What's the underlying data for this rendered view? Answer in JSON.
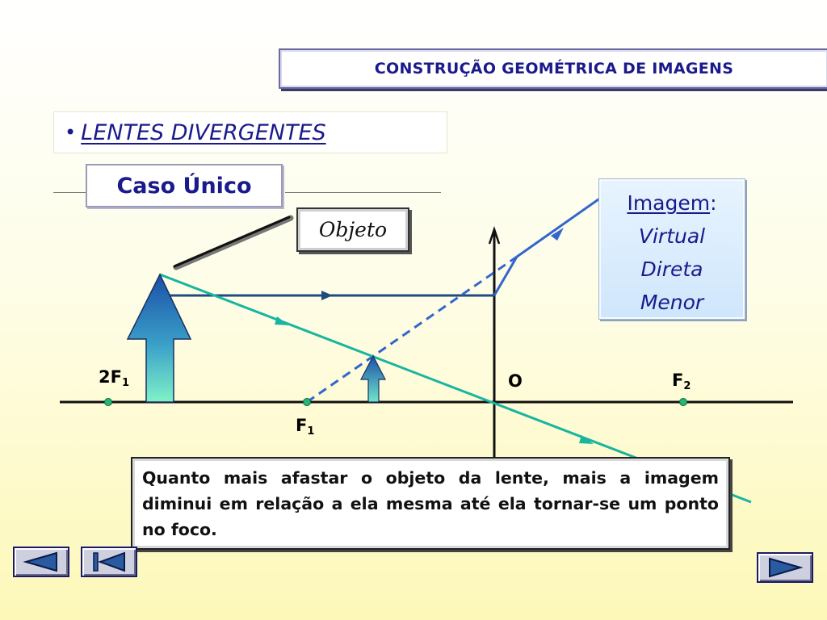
{
  "title": "CONSTRUÇÃO GEOMÉTRICA DE IMAGENS",
  "section": {
    "bullet": "•",
    "label": "LENTES  DIVERGENTES"
  },
  "case_label": "Caso Único",
  "object_label": "Objeto",
  "image_box": {
    "label": "Imagem",
    "colon": ":",
    "properties": [
      "Virtual",
      "Direta",
      "Menor"
    ]
  },
  "points": {
    "two_f1": {
      "main": "2F",
      "sub": "1"
    },
    "f1": {
      "main": "F",
      "sub": "1"
    },
    "o": "O",
    "f2": {
      "main": "F",
      "sub": "2"
    }
  },
  "note": "Quanto mais afastar o objeto da lente, mais a imagem diminui em relação a ela mesma até ela tornar-se um ponto no foco.",
  "navigation": {
    "previous": "previous-triangle-icon",
    "first": "first-slide-icon",
    "next": "next-triangle-icon"
  },
  "colors": {
    "title_text": "#1a1a8c",
    "ray_dark": "#1f4c80",
    "ray_teal": "#18b5a0",
    "ray_dashed": "#3366cc",
    "point_marker": "#26b676"
  }
}
